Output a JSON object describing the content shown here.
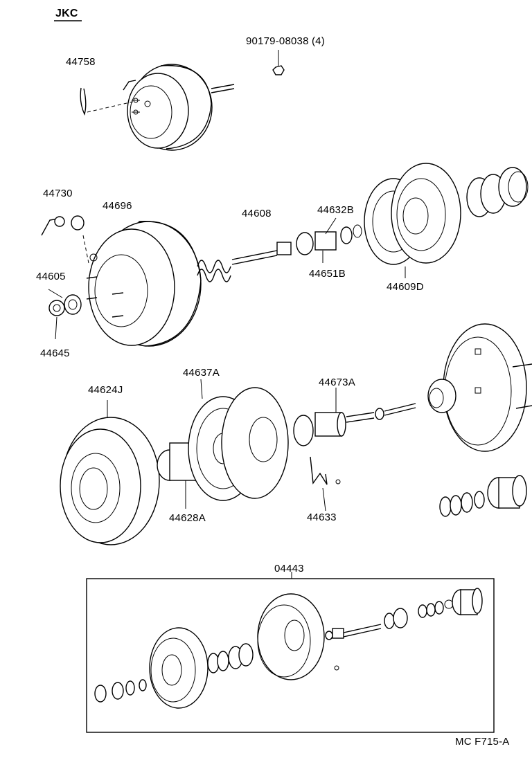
{
  "header": {
    "model_code": "JKC"
  },
  "part_labels": {
    "p90179": "90179-08038 (4)",
    "p44758": "44758",
    "p44730": "44730",
    "p44696": "44696",
    "p44608": "44608",
    "p44632B": "44632B",
    "p44651B": "44651B",
    "p44609D": "44609D",
    "p44605": "44605",
    "p44645": "44645",
    "p44624J": "44624J",
    "p44637A": "44637A",
    "p44673A": "44673A",
    "p44628A": "44628A",
    "p44633": "44633",
    "p04443": "04443"
  },
  "footer": {
    "figure_code": "MC  F715-A"
  },
  "colors": {
    "ink": "#000000",
    "paper": "#ffffff"
  }
}
